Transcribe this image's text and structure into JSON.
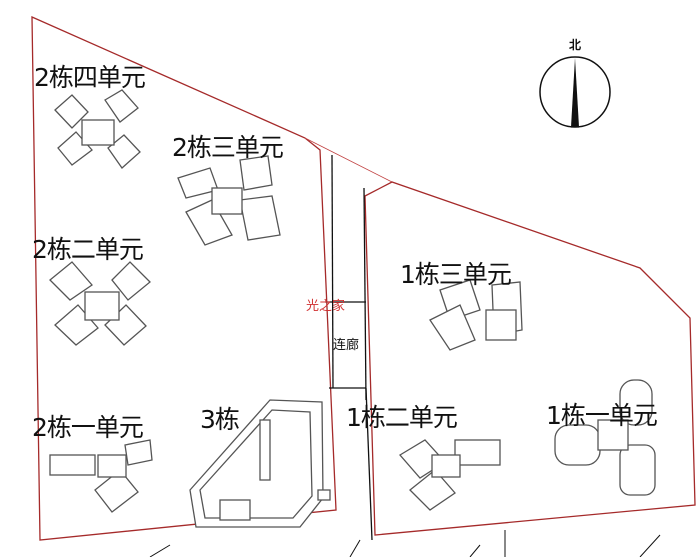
{
  "north_label": "北",
  "labels": {
    "b2u4": "2栋四单元",
    "b2u3": "2栋三单元",
    "b2u2": "2栋二单元",
    "b2u1": "2栋一单元",
    "b3": "3栋",
    "b1u3": "1栋三单元",
    "b1u2": "1栋二单元",
    "b1u1": "1栋一单元",
    "corridor": "连廊"
  },
  "watermark": "光之家",
  "colors": {
    "boundary": "#a52a2a",
    "building": "#555555",
    "watermark": "#d03030"
  }
}
